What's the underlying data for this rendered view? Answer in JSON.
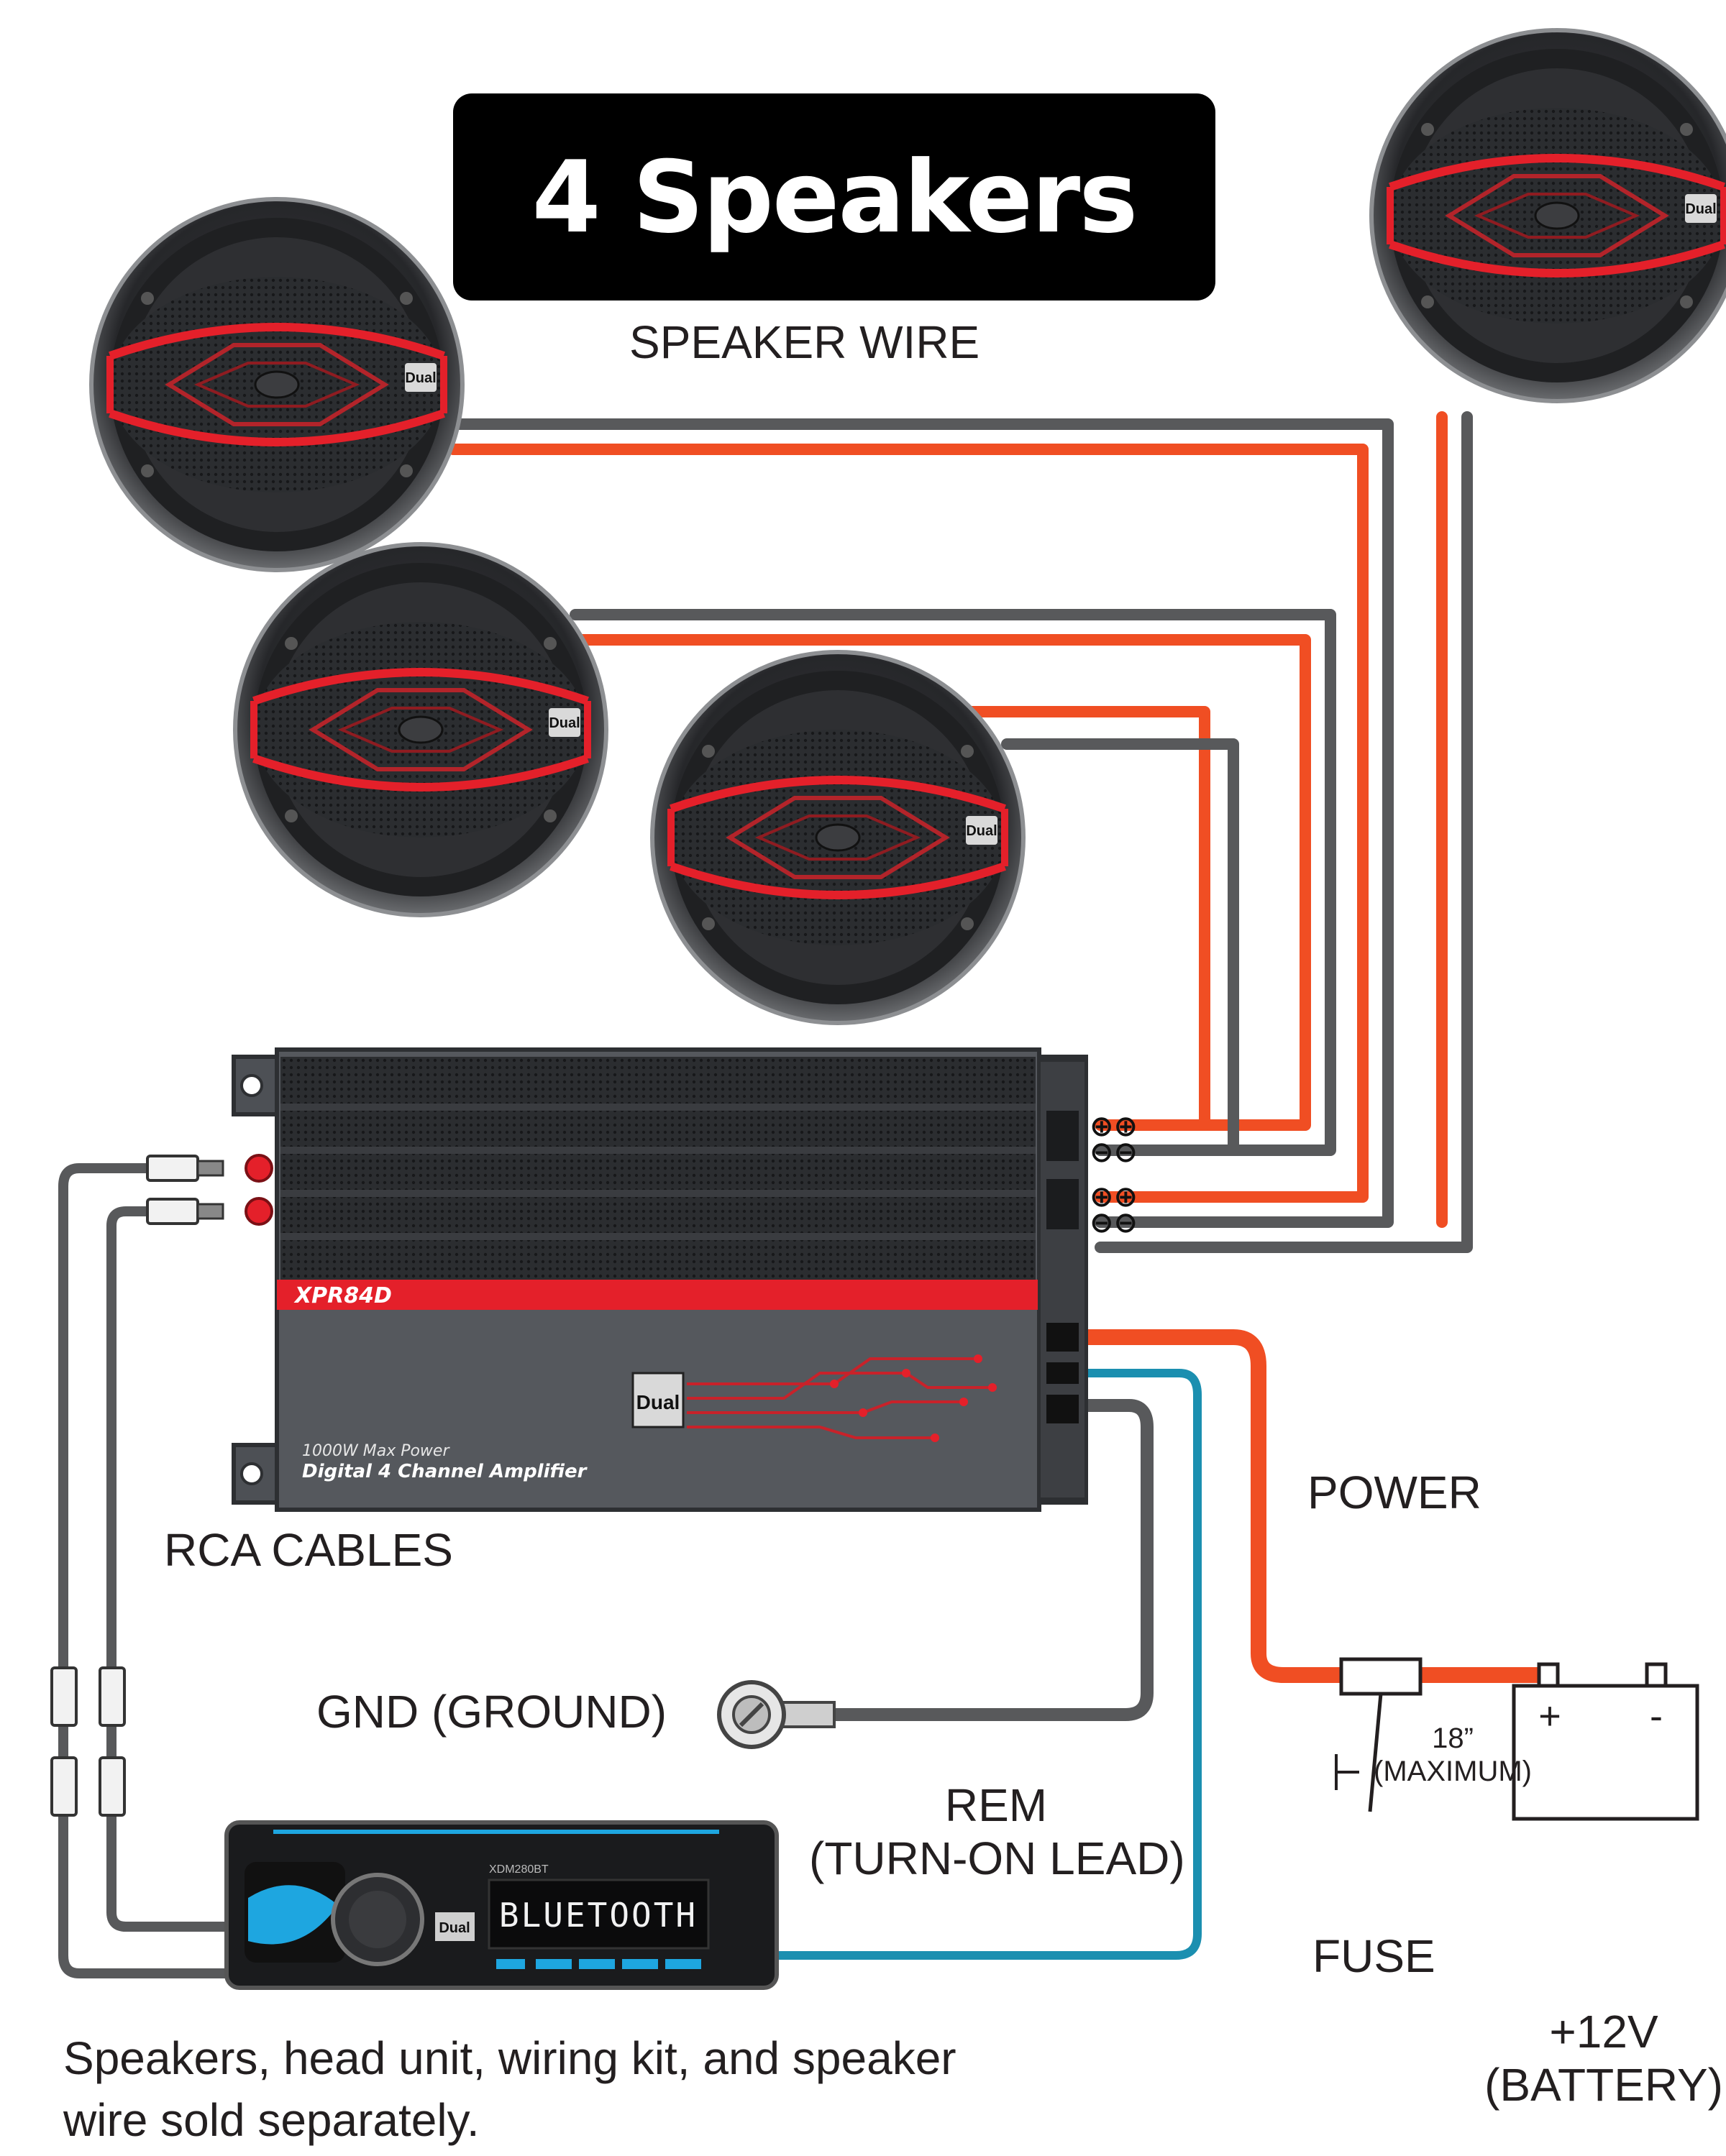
{
  "title": "4 Speakers",
  "labels": {
    "speaker_wire": "SPEAKER WIRE",
    "rca_cables": "RCA CABLES",
    "gnd": "GND (GROUND)",
    "power": "POWER",
    "rem_line1": "REM",
    "rem_line2": "(TURN-ON LEAD)",
    "fuse": "FUSE",
    "fuse_length": "18”",
    "fuse_max": "(MAXIMUM)",
    "battery_line1": "+12V",
    "battery_line2": "(BATTERY)",
    "battery_pos": "+",
    "battery_neg": "-"
  },
  "amplifier": {
    "model": "XPR84D",
    "power_text": "1000W Max Power",
    "desc_text": "Digital 4 Channel Amplifier",
    "brand": "Dual",
    "terminal_pos": "⊕⊕",
    "terminal_neg": "⊖⊖"
  },
  "speakers": {
    "brand": "Dual"
  },
  "head_unit": {
    "display_text": "BLUETOOTH",
    "model": "XDM280BT",
    "brand": "Dual"
  },
  "footnote": {
    "line1": "Speakers, head unit, wiring kit, and speaker",
    "line2": "wire sold separately."
  },
  "colors": {
    "positive_wire": "#f04e23",
    "negative_wire": "#58595b",
    "remote_wire": "#1b8fb0",
    "accent_red": "#e4202a",
    "amp_body": "#4d5055"
  }
}
